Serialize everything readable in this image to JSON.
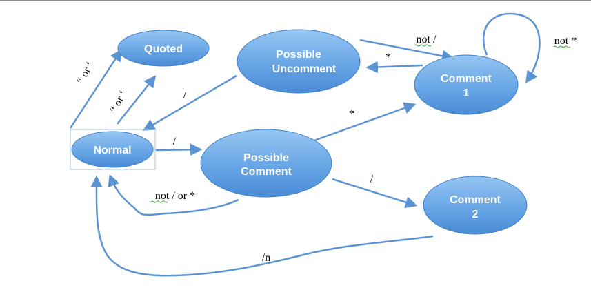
{
  "diagram": {
    "nodes": {
      "quoted": "Quoted",
      "possible_uncomment": [
        "Possible",
        "Uncomment"
      ],
      "comment1": [
        "Comment",
        "1"
      ],
      "normal": "Normal",
      "possible_comment": [
        "Possible",
        "Comment"
      ],
      "comment2": [
        "Comment",
        "2"
      ]
    },
    "edges": {
      "normal_to_quoted": "“ or ‘",
      "quoted_to_normal": "“ or ‘",
      "uncomment_to_normal": "/",
      "uncomment_to_comment1": "not /",
      "comment1_to_uncomment": "*",
      "comment1_self": "not *",
      "normal_to_possible_comment": "/",
      "possible_comment_to_comment1": "*",
      "possible_comment_to_comment2": "/",
      "possible_comment_to_normal": "not / or *",
      "comment2_to_normal": "/n"
    },
    "colors": {
      "node_fill_top": "#8cc0f0",
      "node_fill_bottom": "#4a8fd8",
      "node_stroke": "#3f7fc4",
      "arrow": "#5b93d3",
      "selection_box": "#a9c3e0",
      "spellcheck_underline": "#3aa13a"
    }
  }
}
